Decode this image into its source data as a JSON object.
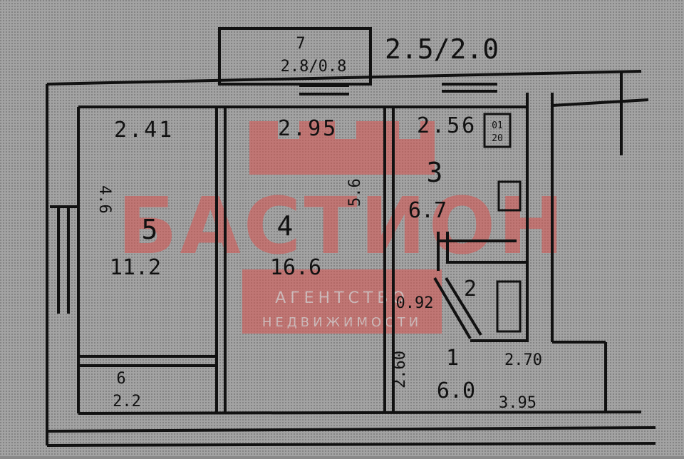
{
  "balcony": {
    "number": "7",
    "area": "2.8/0.8"
  },
  "top_note": "2.5/2.0",
  "rooms": [
    {
      "id": "room-5",
      "number": "5",
      "area": "11.2",
      "width": "2.41",
      "side": "4.6"
    },
    {
      "id": "room-4",
      "number": "4",
      "area": "16.6",
      "width": "2.95",
      "side": "5.6"
    },
    {
      "id": "room-3",
      "number": "3",
      "area": "6.7",
      "width": "2.56"
    },
    {
      "id": "room-2",
      "number": "2",
      "area": "0.92"
    },
    {
      "id": "room-1",
      "number": "1",
      "area": "6.0",
      "width": "2.70",
      "length": "3.95",
      "side": "2.60"
    },
    {
      "id": "room-6",
      "number": "6",
      "area": "2.2"
    }
  ],
  "stove_label": "01\n20",
  "watermark": {
    "brand": "БАСТИОН",
    "line1": "АГЕНТСТВО",
    "line2": "НЕДВИЖИМОСТИ",
    "color": "#d9534f"
  },
  "colors": {
    "paper": "#9a9a9a",
    "ink": "#111111"
  }
}
